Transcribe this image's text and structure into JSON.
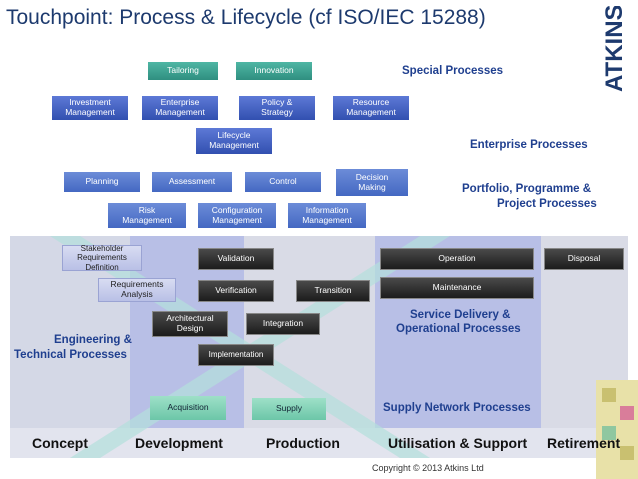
{
  "title": "Touchpoint: Process & Lifecycle (cf ISO/IEC 15288)",
  "logo_text": "ATKINS",
  "sections": {
    "special": "Special Processes",
    "enterprise": "Enterprise Processes",
    "portfolio_line1": "Portfolio, Programme &",
    "portfolio_line2": "Project Processes",
    "engineering_line1": "Engineering &",
    "engineering_line2": "Technical Processes",
    "service_line1": "Service Delivery &",
    "service_line2": "Operational Processes",
    "supply": "Supply Network Processes"
  },
  "special_processes": [
    "Tailoring",
    "Innovation"
  ],
  "enterprise_processes": {
    "investment": [
      "Investment",
      "Management"
    ],
    "enterprise": [
      "Enterprise",
      "Management"
    ],
    "policy": [
      "Policy &",
      "Strategy"
    ],
    "resource": [
      "Resource",
      "Management"
    ],
    "lifecycle": [
      "Lifecycle",
      "Management"
    ]
  },
  "project_processes": {
    "planning": "Planning",
    "assessment": "Assessment",
    "control": "Control",
    "decision": [
      "Decision",
      "Making"
    ],
    "risk": [
      "Risk",
      "Management"
    ],
    "configuration": [
      "Configuration",
      "Management"
    ],
    "information": [
      "Information",
      "Management"
    ]
  },
  "technical_processes": {
    "stakeholder": [
      "Stakeholder",
      "Requirements",
      "Definition"
    ],
    "requirements": [
      "Requirements",
      "Analysis"
    ],
    "architectural": [
      "Architectural",
      "Design"
    ],
    "implementation": "Implementation",
    "integration": "Integration",
    "verification": "Verification",
    "validation": "Validation",
    "transition": "Transition"
  },
  "operational_processes": {
    "operation": "Operation",
    "maintenance": "Maintenance",
    "disposal": "Disposal"
  },
  "supply_processes": {
    "acquisition": "Acquisition",
    "supply": "Supply"
  },
  "phases": [
    "Concept",
    "Development",
    "Production",
    "Utilisation & Support",
    "Retirement"
  ],
  "copyright": "Copyright © 2013 Atkins Ltd"
}
